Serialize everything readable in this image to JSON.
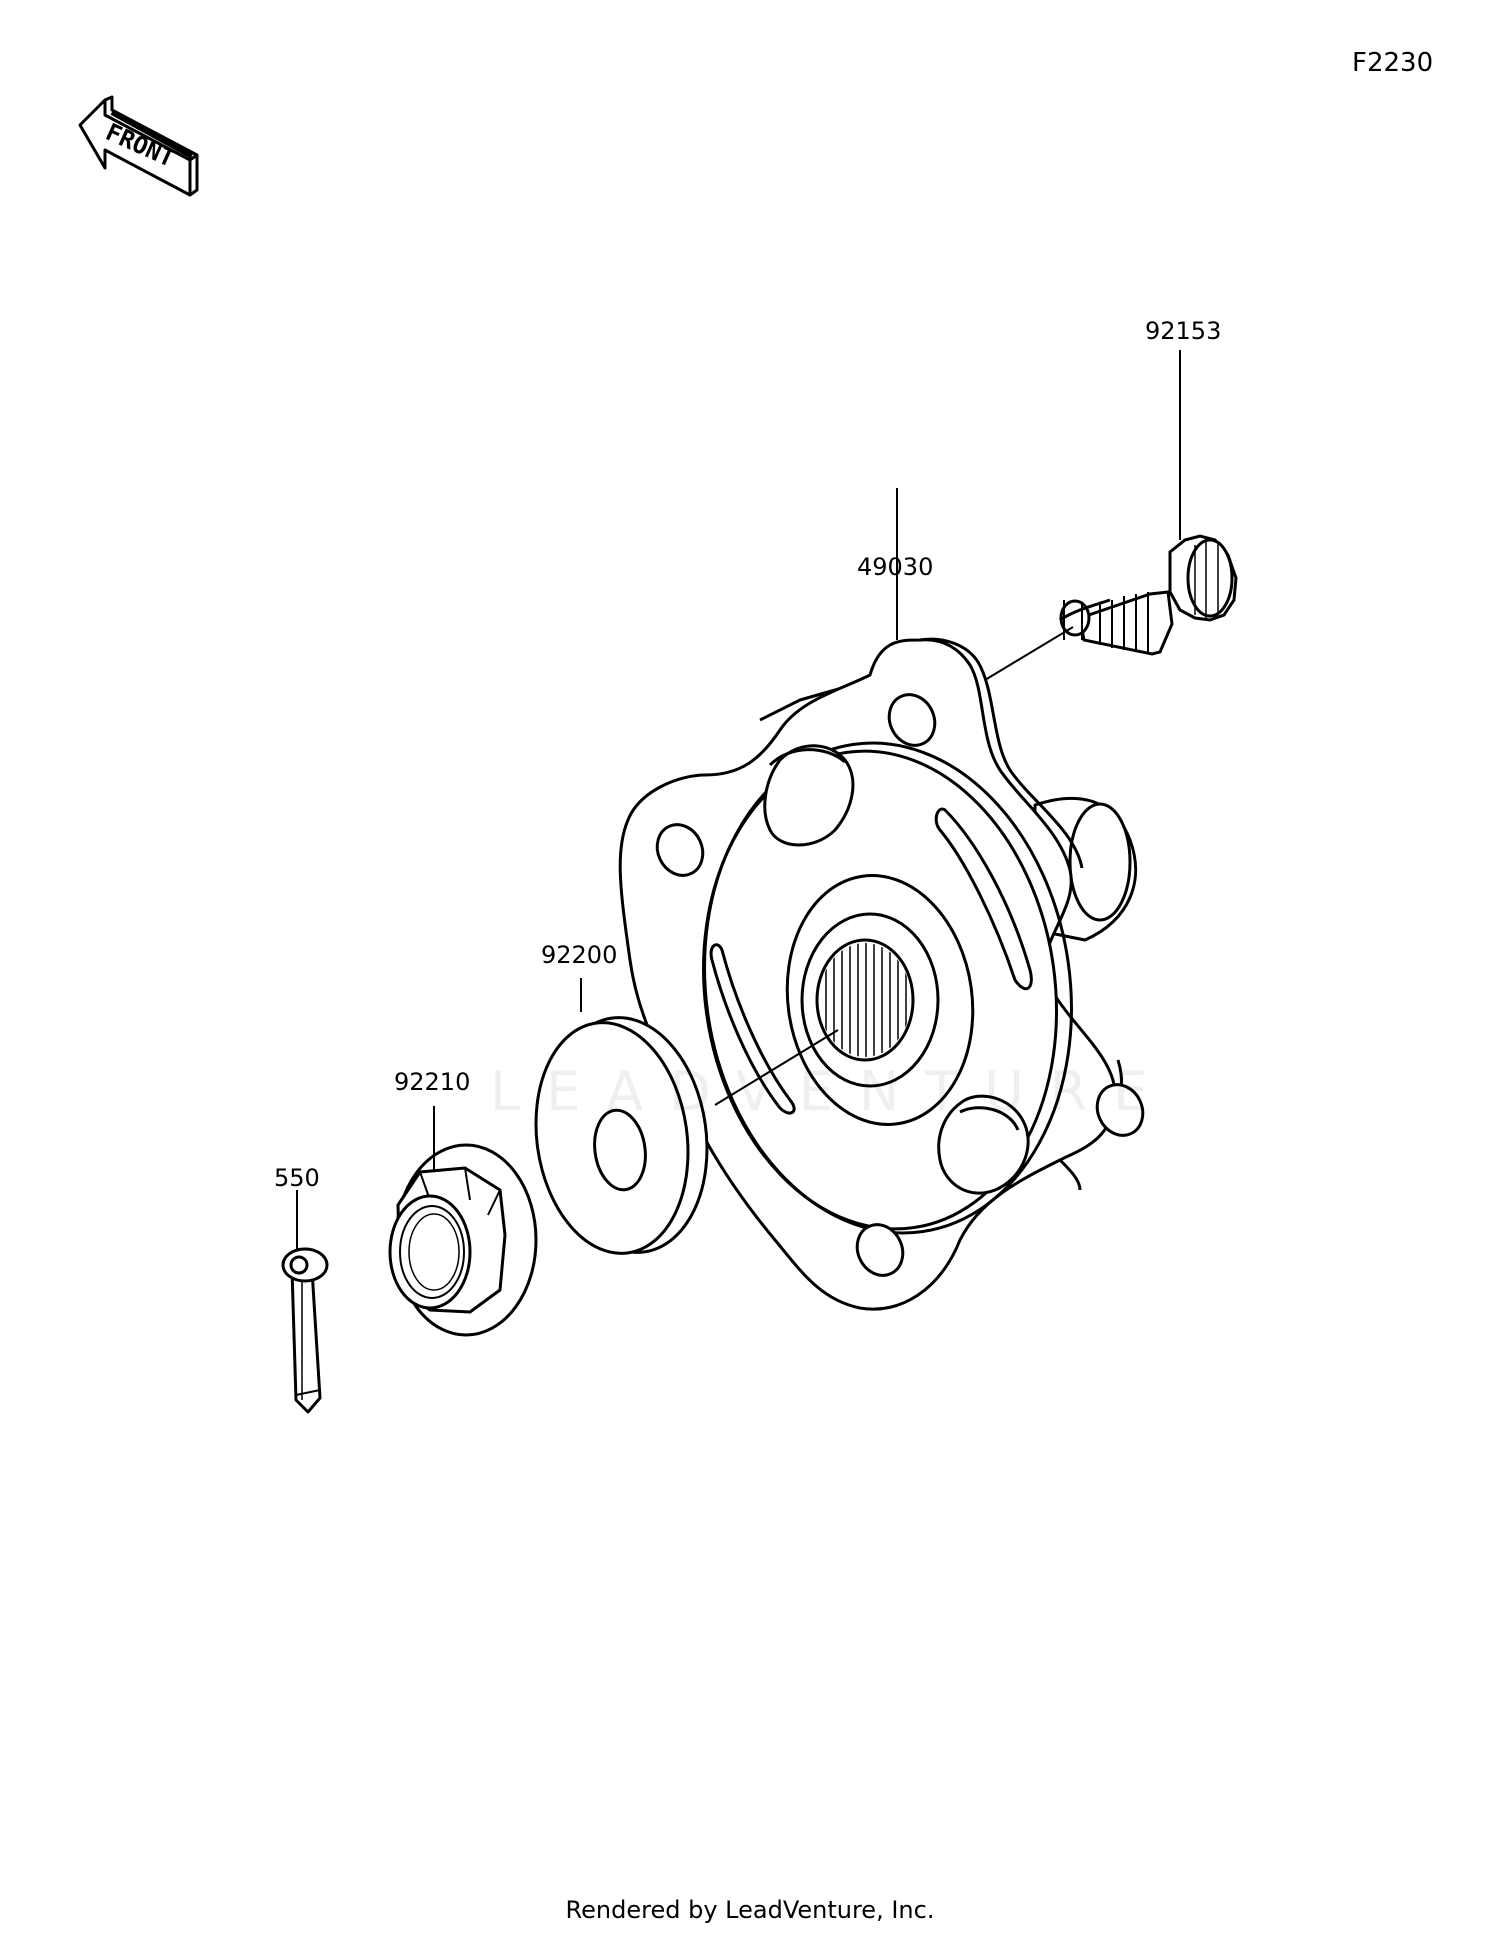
{
  "diagram_code": "F2230",
  "front_label": "FRONT",
  "watermark": "LEADVENTURE",
  "footer": "Rendered by LeadVenture, Inc.",
  "callouts": {
    "stud_bolt": "92153",
    "hub": "49030",
    "washer": "92200",
    "nut": "92210",
    "cotter_pin": "550"
  }
}
